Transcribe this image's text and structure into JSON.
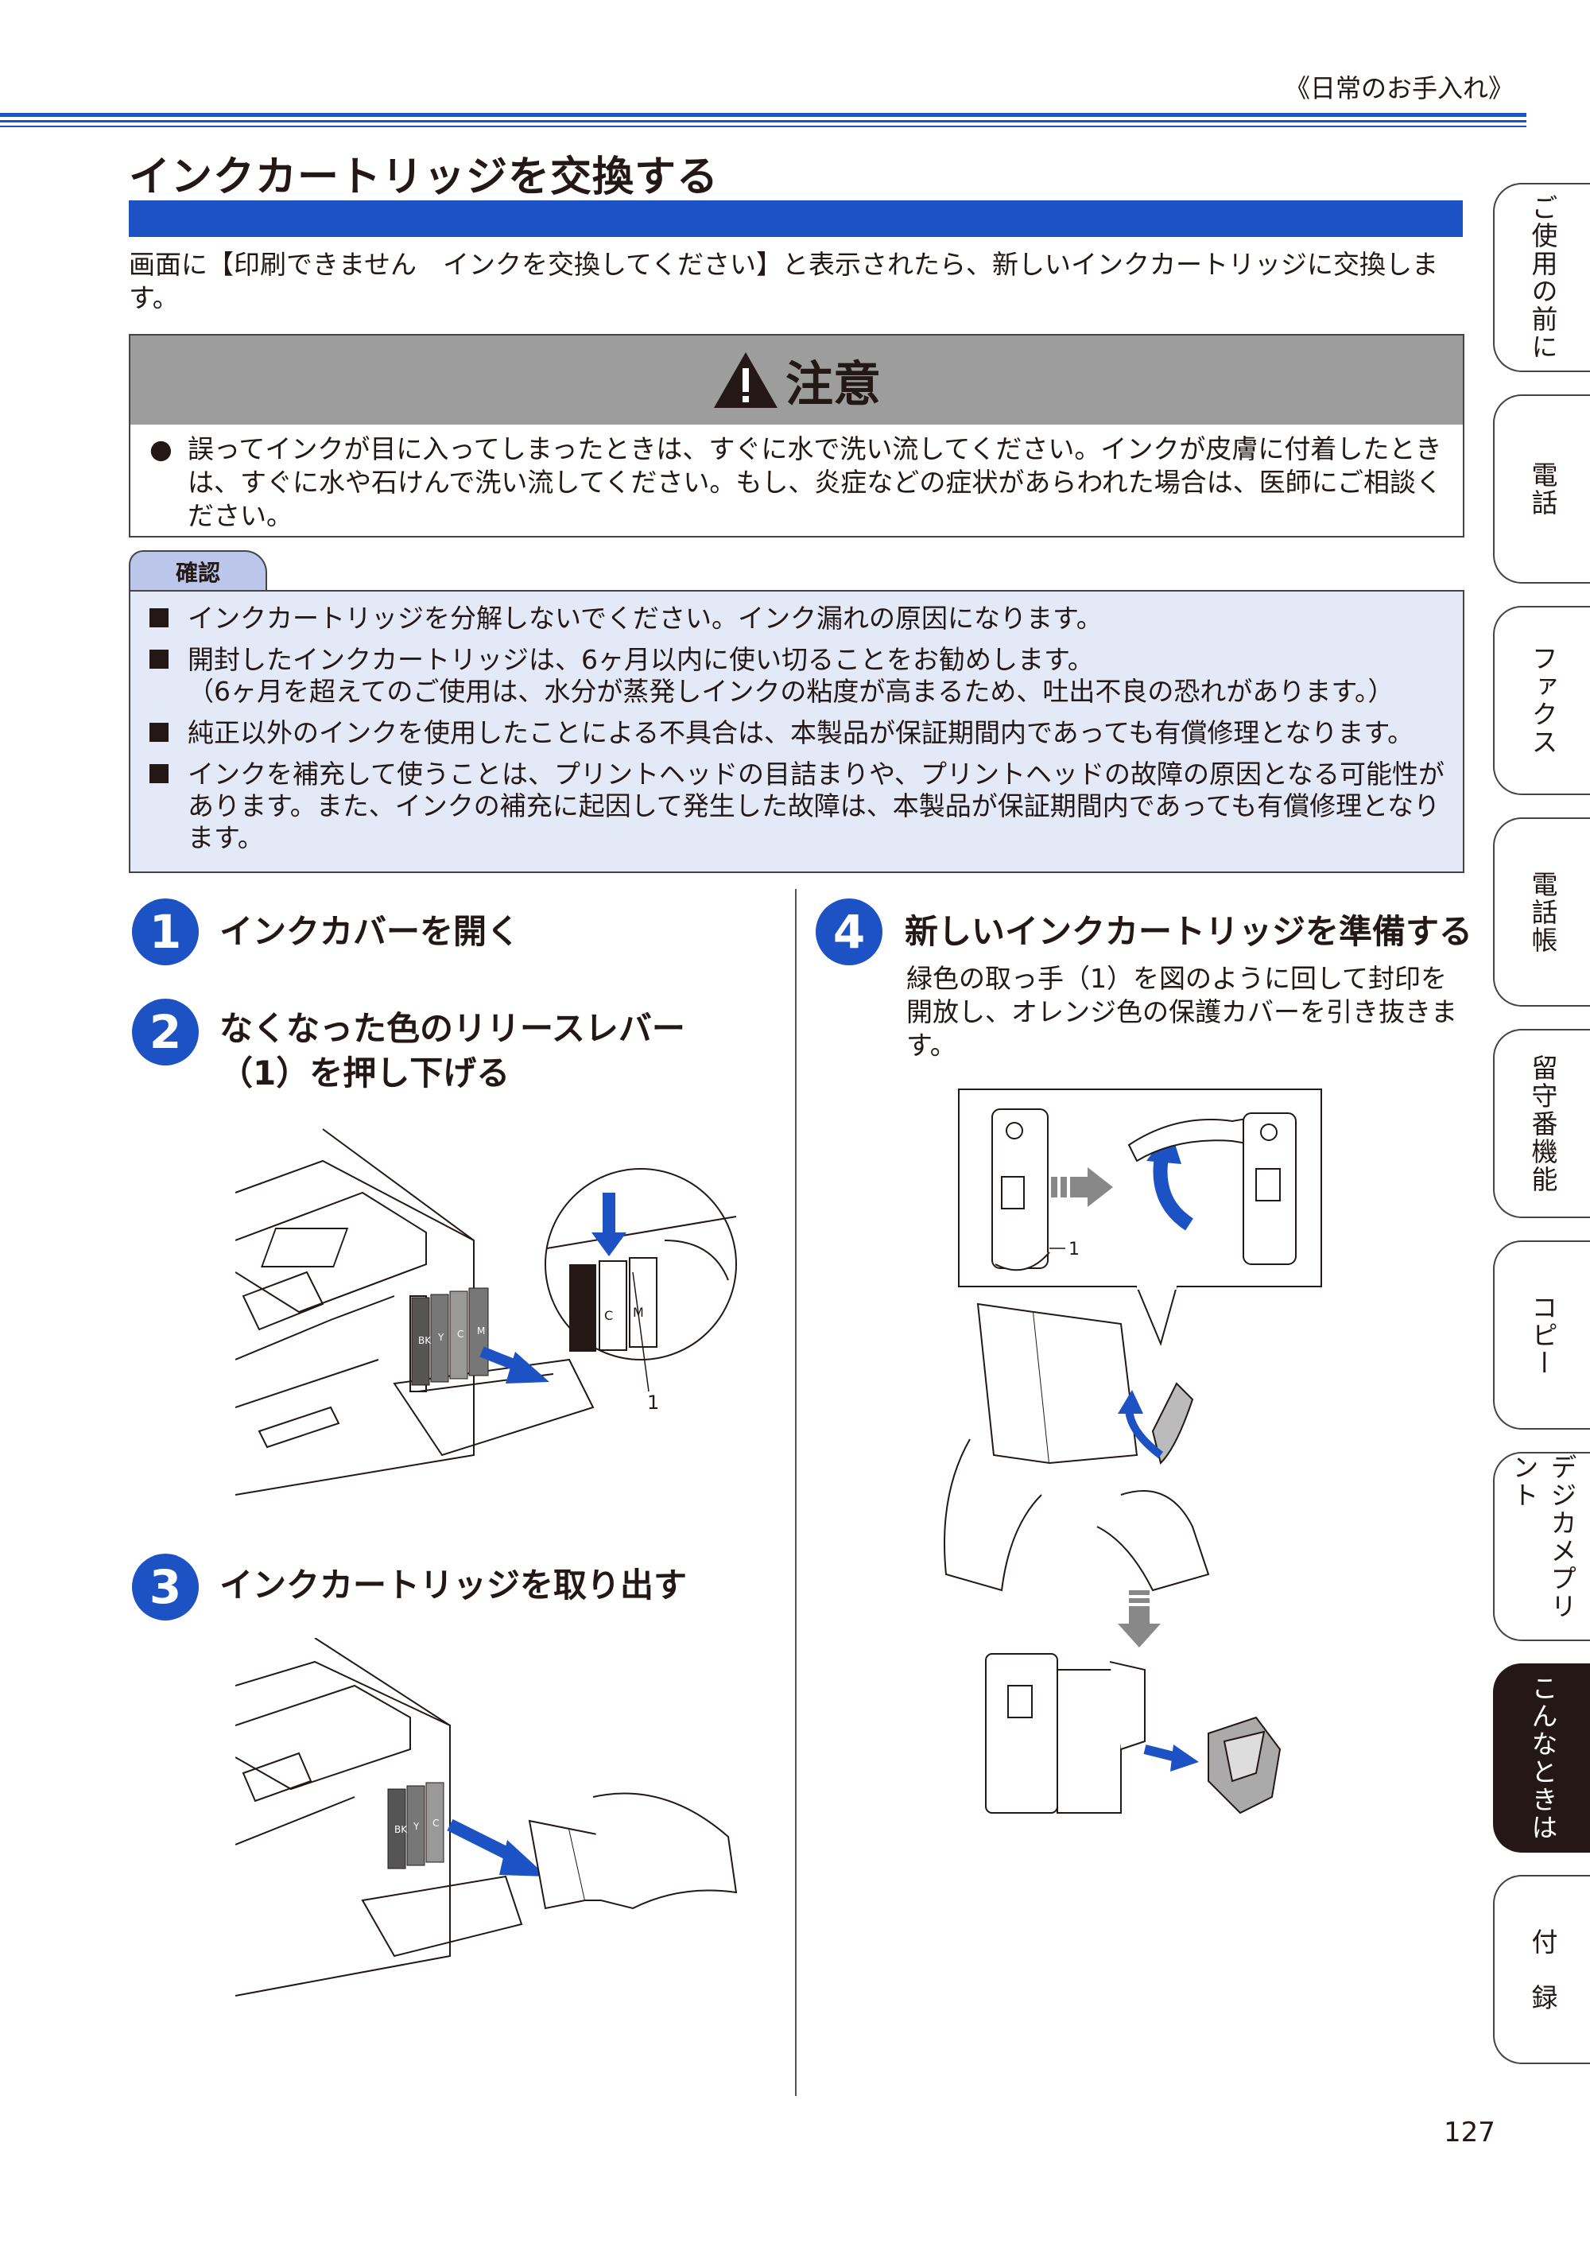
{
  "header": {
    "chapter": "《日常のお手入れ》"
  },
  "title": "インクカートリッジを交換する",
  "intro": "画面に【印刷できません　インクを交換してください】と表示されたら、新しいインクカートリッジに交換します。",
  "caution": {
    "heading": "注意",
    "bullet": "●",
    "text": "誤ってインクが目に入ってしまったときは、すぐに水で洗い流してください。インクが皮膚に付着したときは、すぐに水や石けんで洗い流してください。もし、炎症などの症状があらわれた場合は、医師にご相談ください。"
  },
  "confirm": {
    "label": "確認",
    "items": [
      {
        "text": "インクカートリッジを分解しないでください。インク漏れの原因になります。"
      },
      {
        "text": "開封したインクカートリッジは、6ヶ月以内に使い切ることをお勧めします。",
        "sub": "（6ヶ月を超えてのご使用は、水分が蒸発しインクの粘度が高まるため、吐出不良の恐れがあります。）"
      },
      {
        "text": "純正以外のインクを使用したことによる不具合は、本製品が保証期間内であっても有償修理となります。"
      },
      {
        "text": "インクを補充して使うことは、プリントヘッドの目詰まりや、プリントヘッドの故障の原因となる可能性があります。また、インクの補充に起因して発生した故障は、本製品が保証期間内であっても有償修理となります。"
      }
    ]
  },
  "steps": [
    {
      "num": "1",
      "title": "インクカバーを開く"
    },
    {
      "num": "2",
      "title_line1": "なくなった色のリリースレバー",
      "title_line2": "（1）を押し下げる"
    },
    {
      "num": "3",
      "title": "インクカートリッジを取り出す"
    },
    {
      "num": "4",
      "title": "新しいインクカートリッジを準備する",
      "text": "緑色の取っ手（1）を図のように回して封印を開放し、オレンジ色の保護カバーを引き抜きます。"
    }
  ],
  "figure_labels": {
    "callout": "1",
    "cart_bk": "BK",
    "cart_y": "Y",
    "cart_c": "C",
    "cart_m": "M"
  },
  "side_tabs": [
    {
      "label": "ご使用の前に",
      "active": false
    },
    {
      "label": "電話",
      "active": false
    },
    {
      "label": "ファクス",
      "active": false
    },
    {
      "label": "電話帳",
      "active": false
    },
    {
      "label": "留守番機能",
      "active": false
    },
    {
      "label": "コピー",
      "active": false
    },
    {
      "label": "デジカメプリント",
      "active": false
    },
    {
      "label": "こんなときは",
      "active": true
    },
    {
      "label": "付　録",
      "active": false
    }
  ],
  "page_number": "127",
  "colors": {
    "accent": "#1d52c4",
    "caution_bar": "#9d9d9d",
    "confirm_bg": "#e4e9f8"
  }
}
